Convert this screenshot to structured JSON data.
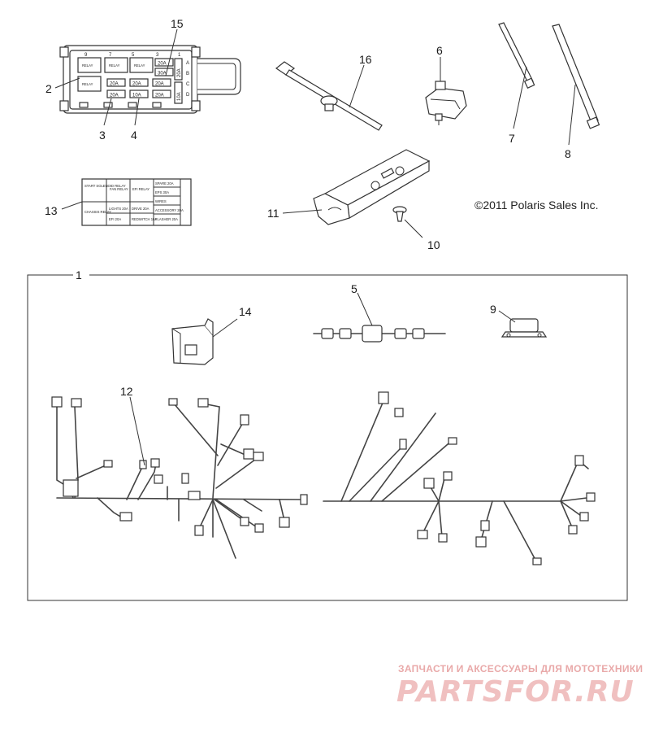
{
  "copyright": "©2011 Polaris Sales Inc.",
  "watermark": {
    "tagline": "ЗАПЧАСТИ И АКСЕССУАРЫ ДЛЯ МОТОТЕХНИКИ",
    "brand": "PARTSFOR.RU",
    "color": "#f0c0c0"
  },
  "callouts": {
    "c1": "1",
    "c2": "2",
    "c3": "3",
    "c4": "4",
    "c5": "5",
    "c6": "6",
    "c7": "7",
    "c8": "8",
    "c9": "9",
    "c10": "10",
    "c11": "11",
    "c12": "12",
    "c13": "13",
    "c14": "14",
    "c15": "15",
    "c16": "16"
  },
  "fuse_box": {
    "top_numbers": [
      "9",
      "7",
      "5",
      "3",
      "1"
    ],
    "relays": [
      "RELAY",
      "RELAY",
      "RELAY",
      "RELAY"
    ],
    "fuses_row1": [
      "20A",
      "30A"
    ],
    "fuses_row2": [
      "20A",
      "20A",
      "20A"
    ],
    "fuses_row3": [
      "20A",
      "10A",
      "20A"
    ],
    "side_fuses": [
      "20A",
      "10A"
    ],
    "row_letters": [
      "A",
      "B",
      "C",
      "D"
    ]
  },
  "label_card": {
    "cells": [
      "START SOLENOID RELAY",
      "FAN RELAY",
      "EFI RELAY",
      "SPARE 20A",
      "EPS 30A",
      "WIRES",
      "CHASSIS RELAY",
      "LIGHTS 20A",
      "DRIVE 20A",
      "ACCESSORY 20A",
      "EFI 20A",
      "REDWITCH 10A",
      "FLASHER 20A"
    ]
  }
}
